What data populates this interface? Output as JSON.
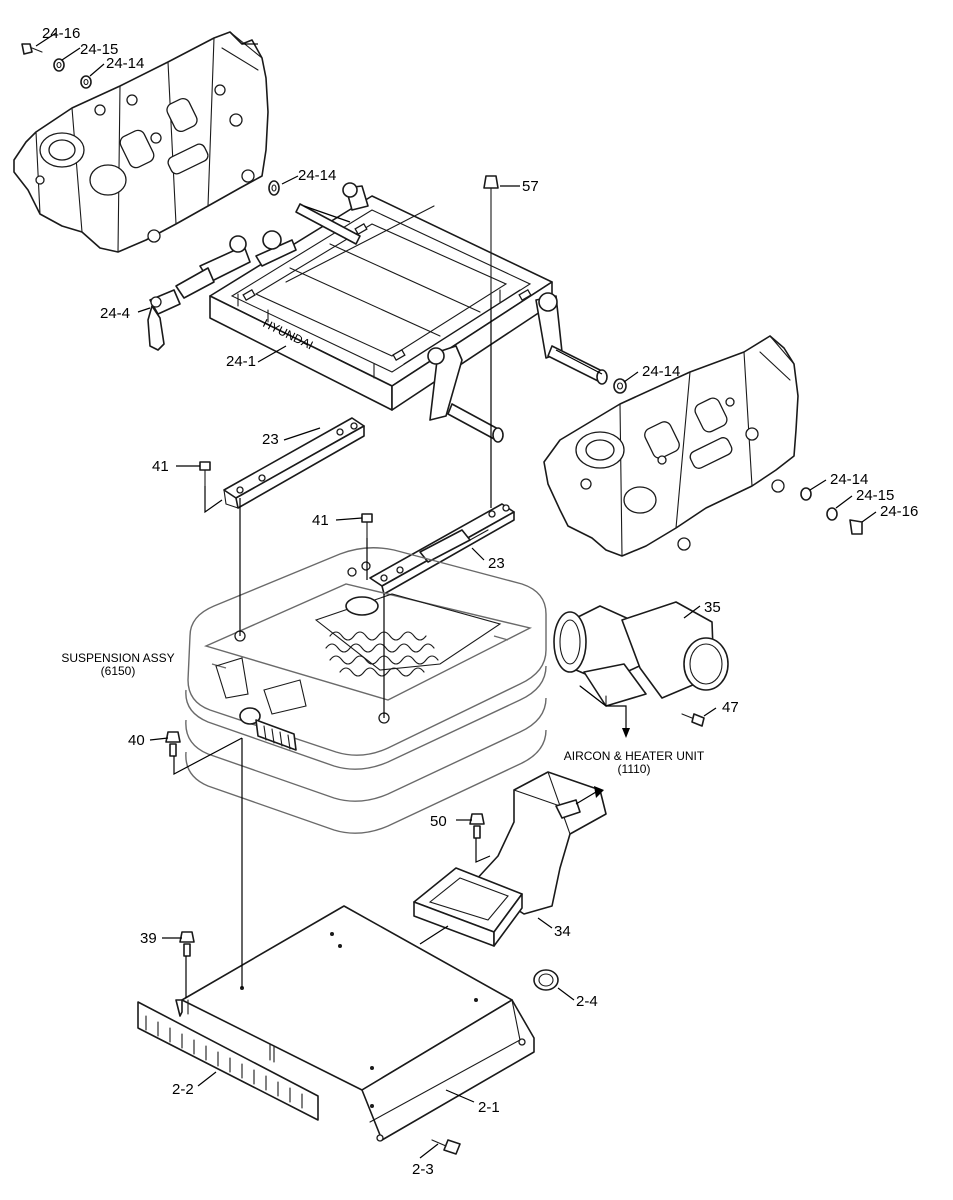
{
  "callouts": {
    "c24_16_top": "24-16",
    "c24_15_top": "24-15",
    "c24_14_top": "24-14",
    "c24_14_mid": "24-14",
    "c57": "57",
    "c24_4": "24-4",
    "c24_1": "24-1",
    "c24_14_right": "24-14",
    "c23_top": "23",
    "c41_left": "41",
    "c24_14_rlow": "24-14",
    "c24_15_rlow": "24-15",
    "c24_16_rlow": "24-16",
    "c41_mid": "41",
    "c23_mid": "23",
    "c35": "35",
    "c47": "47",
    "c40": "40",
    "c50": "50",
    "c34": "34",
    "c39": "39",
    "c2_4": "2-4",
    "c2_2": "2-2",
    "c2_1": "2-1",
    "c2_3": "2-3"
  },
  "notes": {
    "suspension_title": "SUSPENSION ASSY",
    "suspension_code": "(6150)",
    "aircon_title": "AIRCON & HEATER UNIT",
    "aircon_code": "(1110)",
    "frame_brand": "HYUNDAI"
  }
}
